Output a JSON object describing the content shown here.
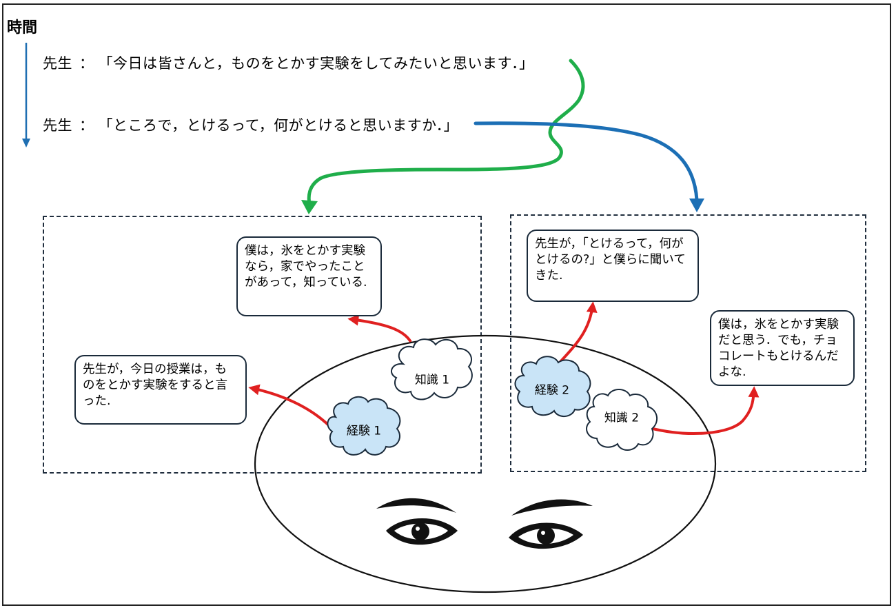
{
  "time_axis": {
    "label": "時間"
  },
  "dialogue": [
    {
      "speaker": "先生",
      "separator": "：",
      "text": "「今日は皆さんと，ものをとかす実験をしてみたいと思います．」"
    },
    {
      "speaker": "先生",
      "separator": "：",
      "text": "「ところで，とけるって，何がとけると思いますか．」"
    }
  ],
  "left_panel": {
    "knowledge": {
      "label": "知識 1",
      "bubble": "僕は，氷をとかす実験なら，家でやったことがあって，知っている."
    },
    "experience": {
      "label": "経験 1",
      "bubble": "先生が，今日の授業は，ものをとかす実験をすると言った."
    }
  },
  "right_panel": {
    "experience": {
      "label": "経験 2",
      "bubble": "先生が，「とけるって，何がとけるの?」と僕らに聞いてきた."
    },
    "knowledge": {
      "label": "知識 2",
      "bubble": "僕は，氷をとかす実験だと思う．でも，チョコレートもとけるんだよな."
    }
  },
  "colors": {
    "time_arrow": "#1f6fb2",
    "green_arrow": "#1fae4a",
    "blue_arrow": "#1c6fb5",
    "red_arrow": "#e02020",
    "experience_fill": "#c9e4f7",
    "knowledge_fill": "#ffffff",
    "panel_border": "#1f2d3d"
  },
  "icons": {
    "face": "eyes-icon"
  }
}
